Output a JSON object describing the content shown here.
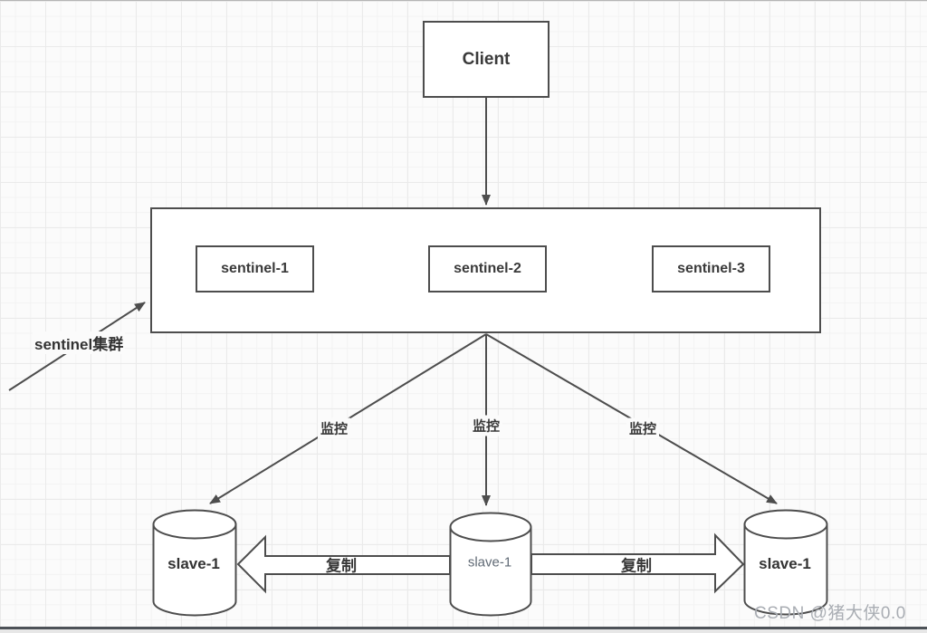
{
  "diagram": {
    "title_hint": "Redis sentinel cluster monitoring diagram",
    "client": {
      "label": "Client"
    },
    "cluster_callout": {
      "label": "sentinel集群"
    },
    "sentinels": [
      {
        "label": "sentinel-1"
      },
      {
        "label": "sentinel-2"
      },
      {
        "label": "sentinel-3"
      }
    ],
    "monitor_edges": [
      {
        "label": "监控"
      },
      {
        "label": "监控"
      },
      {
        "label": "监控"
      }
    ],
    "slaves": [
      {
        "label": "slave-1"
      },
      {
        "label": "slave-1"
      },
      {
        "label": "slave-1"
      }
    ],
    "replication_arrows": [
      {
        "label": "复制"
      },
      {
        "label": "复制"
      }
    ],
    "colors": {
      "stroke": "#4d4d4d",
      "text": "#3a3a3a",
      "canvas": "#fbfbfb",
      "watermark_gray": "#a9adb3"
    }
  },
  "watermark": {
    "text": "CSDN @猪大侠0.0"
  }
}
